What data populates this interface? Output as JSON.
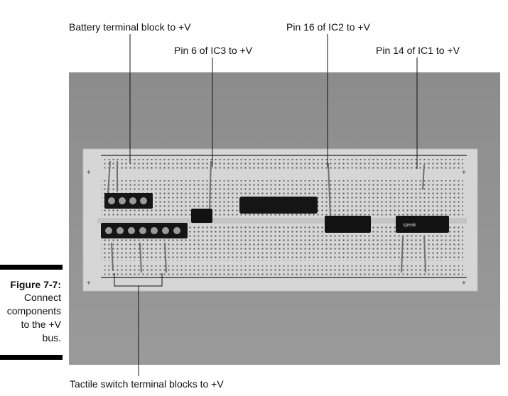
{
  "callouts": {
    "battery": "Battery terminal block to +V",
    "ic2": "Pin 16 of IC2 to +V",
    "ic3": "Pin 6 of IC3 to +V",
    "ic1": "Pin 14 of IC1 to +V",
    "tactile": "Tactile switch terminal blocks to +V"
  },
  "figure": {
    "number": "Figure 7-7:",
    "caption_lines": [
      "Connect",
      "components",
      "to the +V",
      "bus."
    ]
  },
  "photo": {
    "chip_label": "speak",
    "colors": {
      "background": "#8a8a8a",
      "board": "#d9d9d9",
      "chips": "#111111",
      "rail_line": "#222222"
    }
  }
}
